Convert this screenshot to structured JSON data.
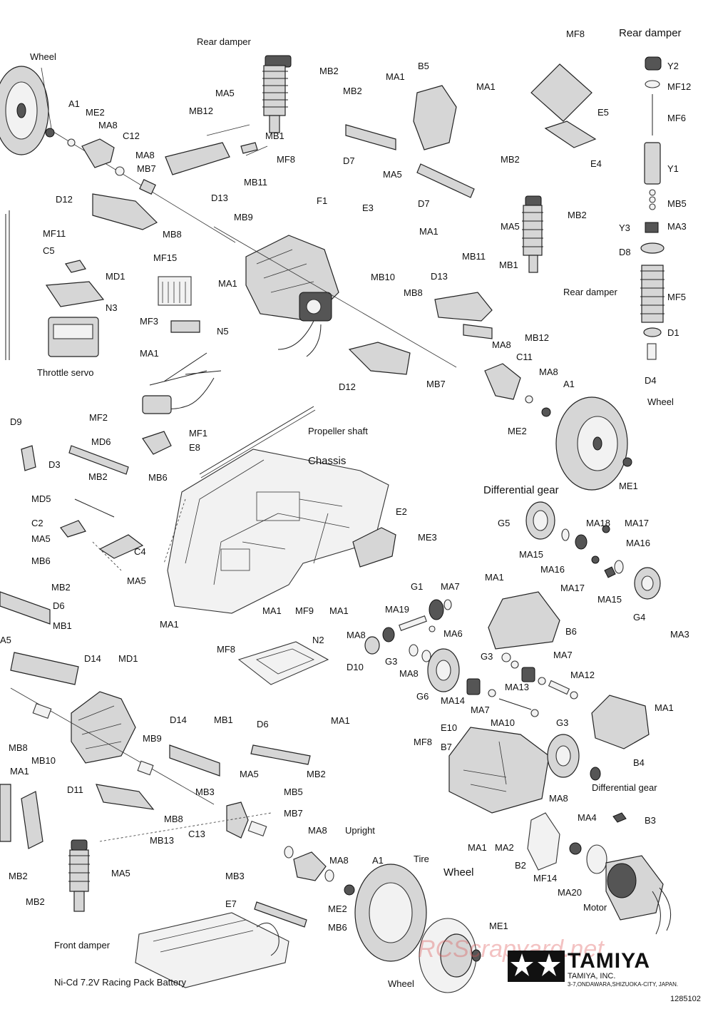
{
  "labels": {
    "wheel_top": "Wheel",
    "a1_top": "A1",
    "me2_top": "ME2",
    "ma8_top": "MA8",
    "c12": "C12",
    "ma8_b": "MA8",
    "mb7_top": "MB7",
    "d12_top": "D12",
    "rear_damper_top": "Rear damper",
    "mb2_top": "MB2",
    "ma5_top": "MA5",
    "mb12_top": "MB12",
    "mb1_top": "MB1",
    "mb11_top": "MB11",
    "mf8_top": "MF8",
    "d13_top": "D13",
    "f1": "F1",
    "mb8_top": "MB8",
    "mb9_top": "MB9",
    "ma1_mid": "MA1",
    "mb2_arm": "MB2",
    "ma1_b5": "MA1",
    "b5": "B5",
    "ma1_b5r": "MA1",
    "d7_a": "D7",
    "ma5_arm": "MA5",
    "mb2_arm_r": "MB2",
    "d7_b": "D7",
    "mf8_e": "MF8",
    "e5": "E5",
    "e4": "E4",
    "rear_damper_title": "Rear damper",
    "y2": "Y2",
    "mf12": "MF12",
    "mf6": "MF6",
    "y1": "Y1",
    "mb5_r": "MB5",
    "y3": "Y3",
    "ma3_r": "MA3",
    "d8": "D8",
    "mf5": "MF5",
    "d1": "D1",
    "d4": "D4",
    "mf11": "MF11",
    "c5": "C5",
    "md1_l": "MD1",
    "n3": "N3",
    "throttle_servo": "Throttle servo",
    "mf15": "MF15",
    "mf3": "MF3",
    "n5": "N5",
    "e3": "E3",
    "ma1_e3": "MA1",
    "mb10_top": "MB10",
    "mb8_r": "MB8",
    "mb11_r": "MB11",
    "d13_r": "D13",
    "mb1_r": "MB1",
    "ma5_r": "MA5",
    "mb2_r": "MB2",
    "rear_damper_r": "Rear damper",
    "mb12_r": "MB12",
    "ma1_esc": "MA1",
    "mf2": "MF2",
    "mf1": "MF1",
    "e8": "E8",
    "d12_r": "D12",
    "mb7_r": "MB7",
    "ma8_r": "MA8",
    "c11": "C11",
    "ma8_r2": "MA8",
    "a1_r": "A1",
    "me2_r": "ME2",
    "wheel_r": "Wheel",
    "me1_r": "ME1",
    "propeller_shaft": "Propeller shaft",
    "d9": "D9",
    "md6": "MD6",
    "d3": "D3",
    "mb2_d3": "MB2",
    "mb6_d3": "MB6",
    "md5": "MD5",
    "c2": "C2",
    "ma5_c2": "MA5",
    "c4": "C4",
    "mb6_c": "MB6",
    "ma5_c4": "MA5",
    "chassis": "Chassis",
    "e2": "E2",
    "me3": "ME3",
    "ma1_ch_l": "MA1",
    "mf8_ch": "MF8",
    "mf9": "MF9",
    "ma1_ch_m": "MA1",
    "ma1_ch_r": "MA1",
    "differential_gear_title": "Differential gear",
    "g5": "G5",
    "ma18": "MA18",
    "ma17_a": "MA17",
    "ma15_a": "MA15",
    "ma16_a": "MA16",
    "ma16_b": "MA16",
    "ma17_b": "MA17",
    "ma15_b": "MA15",
    "g4": "G4",
    "ma3_d": "MA3",
    "ma1_b6": "MA1",
    "b6": "B6",
    "g1": "G1",
    "ma7_a": "MA7",
    "ma19": "MA19",
    "ma8_g": "MA8",
    "ma6": "MA6",
    "d10": "D10",
    "g3_a": "G3",
    "ma8_g2": "MA8",
    "g6": "G6",
    "ma14": "MA14",
    "ma7_b": "MA7",
    "g3_b": "G3",
    "ma7_c": "MA7",
    "ma13": "MA13",
    "ma12": "MA12",
    "ma10": "MA10",
    "g3_c": "G3",
    "ma1_b4": "MA1",
    "b4": "B4",
    "mb2_l": "MB2",
    "d6_l": "D6",
    "a5": "A5",
    "mb1_l": "MB1",
    "d14_l": "D14",
    "md1_f": "MD1",
    "n2": "N2",
    "ma1_n2": "MA1",
    "mb8_f": "MB8",
    "mb10_f": "MB10",
    "ma1_f": "MA1",
    "mb9_f": "MB9",
    "d14_f": "D14",
    "mb1_f": "MB1",
    "d6_f": "D6",
    "ma5_f": "MA5",
    "mb2_f": "MB2",
    "e10": "E10",
    "mf8_b7": "MF8",
    "b7": "B7",
    "ma8_b7": "MA8",
    "differential_gear_b": "Differential gear",
    "d11": "D11",
    "mb3_a": "MB3",
    "mb5_f": "MB5",
    "mb7_f": "MB7",
    "mb8_f2": "MB8",
    "c13": "C13",
    "mb13": "MB13",
    "mb3_b": "MB3",
    "ma8_u": "MA8",
    "upright": "Upright",
    "ma8_u2": "MA8",
    "a1_f": "A1",
    "tire": "Tire",
    "wheel_f": "Wheel",
    "me2_f": "ME2",
    "e7": "E7",
    "mb6_f": "MB6",
    "ma1_m": "MA1",
    "ma2": "MA2",
    "ma4": "MA4",
    "b3": "B3",
    "b2": "B2",
    "mf14": "MF14",
    "ma20": "MA20",
    "motor": "Motor",
    "mb2_fl": "MB2",
    "ma5_fd": "MA5",
    "mb2_fd": "MB2",
    "front_damper": "Front damper",
    "me1_f": "ME1",
    "wheel_fb": "Wheel",
    "battery": "Ni-Cd 7.2V Racing Pack Battery"
  },
  "logo": {
    "brand": "TAMIYA",
    "inc": "TAMIYA, INC.",
    "address": "3-7,ONDAWARA,SHIZUOKA-CITY, JAPAN."
  },
  "watermark": "RCScrapyard.net",
  "doc_number": "1285102"
}
